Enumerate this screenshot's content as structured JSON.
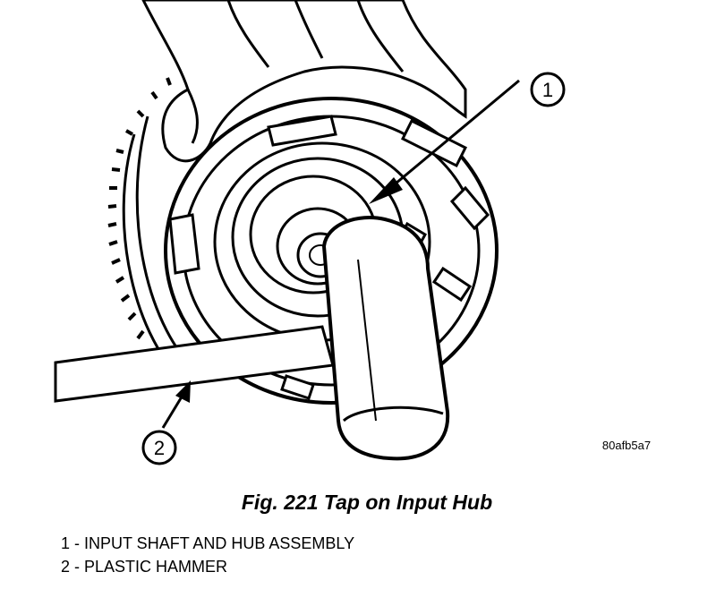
{
  "figure": {
    "caption": "Fig. 221 Tap on Input Hub",
    "code": "80afb5a7"
  },
  "callouts": [
    {
      "number": "1"
    },
    {
      "number": "2"
    }
  ],
  "legend": [
    {
      "text": "1 - INPUT SHAFT AND HUB ASSEMBLY"
    },
    {
      "text": "2 - PLASTIC HAMMER"
    }
  ]
}
